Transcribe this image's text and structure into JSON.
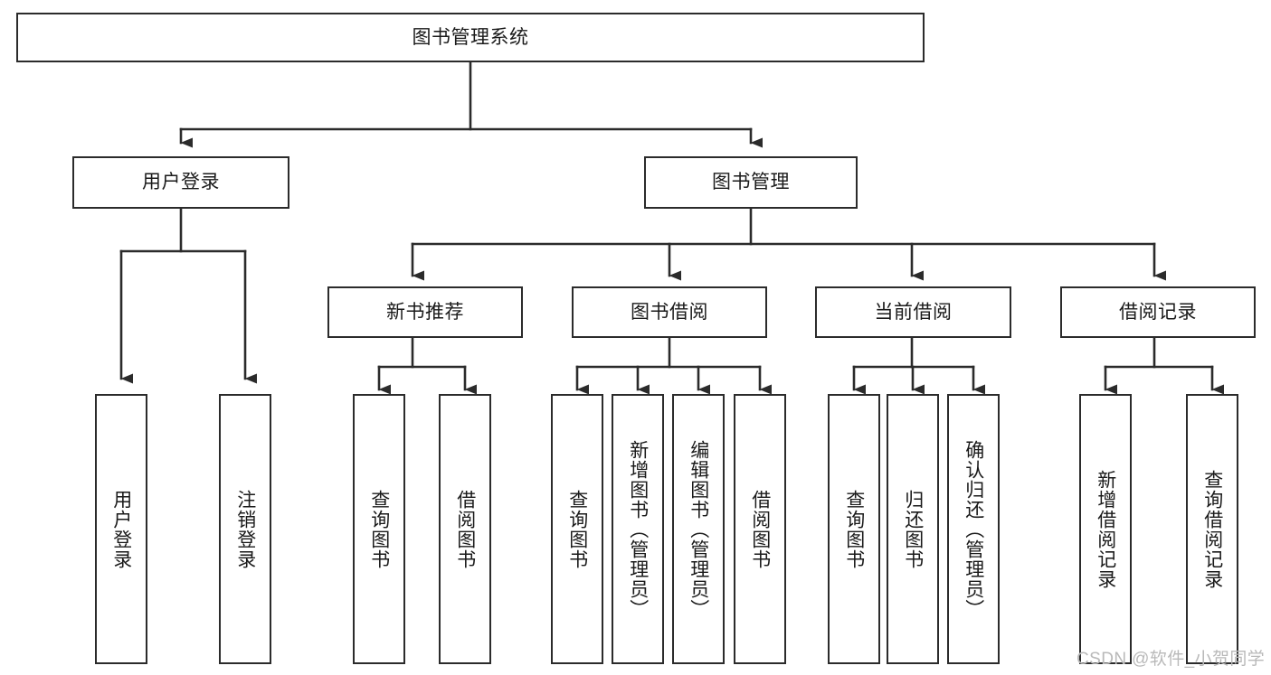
{
  "diagram": {
    "title": "图书管理系统",
    "type": "tree-hierarchy-chart",
    "root": {
      "label": "图书管理系统"
    },
    "level2": [
      {
        "label": "用户登录"
      },
      {
        "label": "图书管理"
      }
    ],
    "level3": [
      {
        "label": "新书推荐"
      },
      {
        "label": "图书借阅"
      },
      {
        "label": "当前借阅"
      },
      {
        "label": "借阅记录"
      }
    ],
    "leaves": {
      "user_login": [
        {
          "label": "用户登录"
        },
        {
          "label": "注销登录"
        }
      ],
      "new_book_recommend": [
        {
          "label": "查询图书"
        },
        {
          "label": "借阅图书"
        }
      ],
      "book_borrow": [
        {
          "label": "查询图书"
        },
        {
          "label": "新增图书（管理员）"
        },
        {
          "label": "编辑图书（管理员）"
        },
        {
          "label": "借阅图书"
        }
      ],
      "current_borrow": [
        {
          "label": "查询图书"
        },
        {
          "label": "归还图书"
        },
        {
          "label": "确认归还（管理员）"
        }
      ],
      "borrow_record": [
        {
          "label": "新增借阅记录"
        },
        {
          "label": "查询借阅记录"
        }
      ]
    },
    "watermark": "CSDN @软件_小贺同学",
    "colors": {
      "box_border": "#2b2b2b",
      "box_fill": "#ffffff",
      "connector": "#2b2b2b",
      "text": "#1a1a1a",
      "watermark": "#b9b9b9"
    }
  }
}
